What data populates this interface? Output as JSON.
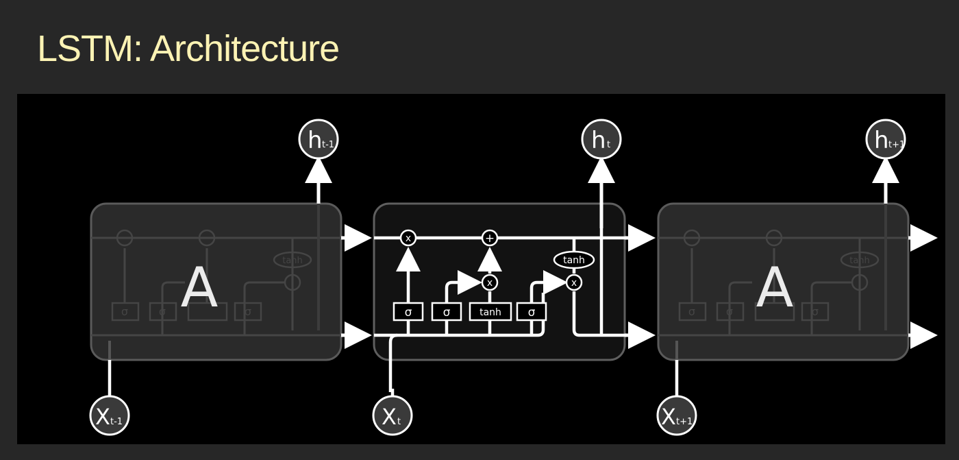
{
  "title": "LSTM: Architecture",
  "diagram": {
    "module_label": "A",
    "outputs": [
      {
        "main": "h",
        "sub": "t-1"
      },
      {
        "main": "h",
        "sub": "t"
      },
      {
        "main": "h",
        "sub": "t+1"
      }
    ],
    "inputs": [
      {
        "main": "X",
        "sub": "t-1"
      },
      {
        "main": "X",
        "sub": "t"
      },
      {
        "main": "X",
        "sub": "t+1"
      }
    ],
    "gates": [
      "σ",
      "σ",
      "tanh",
      "σ"
    ],
    "tanh_label": "tanh",
    "multiply_symbol": "x",
    "add_symbol": "+",
    "colors": {
      "background": "#272727",
      "panel": "#000000",
      "title": "#fdf3b4",
      "line": "#ffffff",
      "faded": "#4a4a4a"
    }
  }
}
